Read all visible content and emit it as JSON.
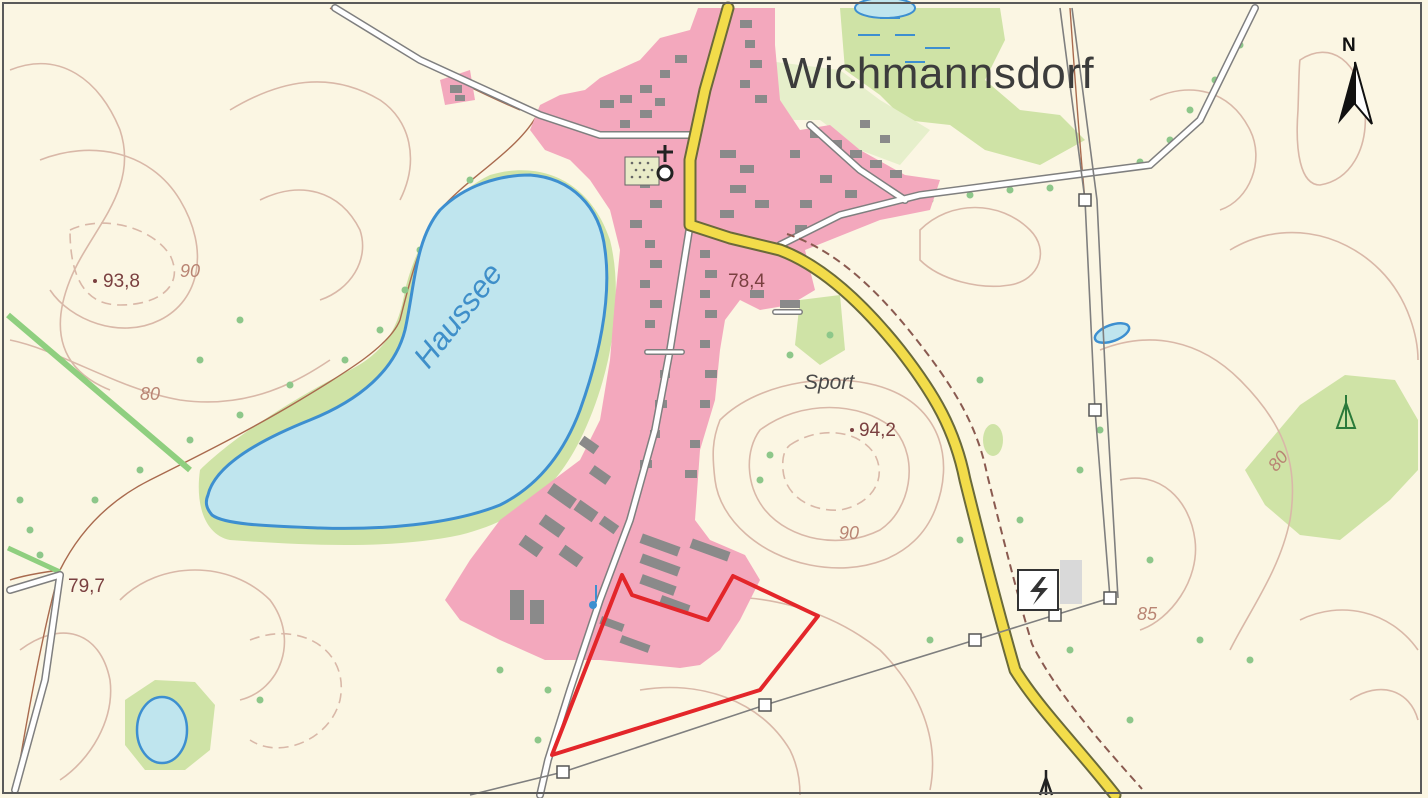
{
  "map": {
    "place_name": "Wichmannsdorf",
    "lake_name": "Haussee",
    "sport_label": "Sport",
    "spot_heights": [
      {
        "id": "hill-west",
        "label": "93,8"
      },
      {
        "id": "village",
        "label": "78,4"
      },
      {
        "id": "hill-sport",
        "label": "94,2"
      },
      {
        "id": "crossroad-west",
        "label": "79,7"
      }
    ],
    "contour_labels": [
      {
        "id": "c90-nw",
        "label": "90"
      },
      {
        "id": "c80-w",
        "label": "80"
      },
      {
        "id": "c90-sport",
        "label": "90"
      },
      {
        "id": "c85-e",
        "label": "85"
      },
      {
        "id": "c80-forest",
        "label": "80"
      }
    ],
    "north_arrow_label": "N",
    "icons": [
      "church-icon",
      "substation-icon",
      "north-arrow-icon",
      "tower-icon",
      "mast-icon"
    ],
    "colors": {
      "background": "#fbf6e3",
      "settlement": "#f3a8bd",
      "building": "#8a8a8a",
      "water": "#bfe5ee",
      "water_outline": "#3d8fd0",
      "forest": "#cfe3a6",
      "main_road": "#f2dc4a",
      "contour": "#d9b8a8",
      "outline_area": "#e3262a",
      "power_line": "#7f7f7f"
    }
  }
}
